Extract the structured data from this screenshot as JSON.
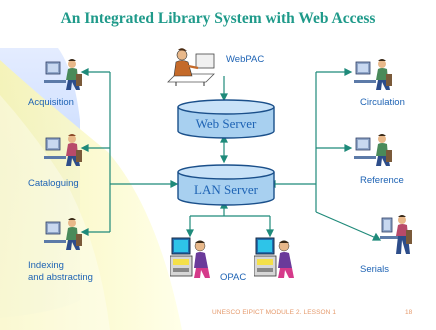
{
  "slide": {
    "title": "An Integrated Library System with Web Access",
    "footer": "UNESCO EIPICT MODULE 2. LESSON 1",
    "page_number": "18",
    "colors": {
      "title": "#1f9a8a",
      "label": "#1e63b4",
      "connector": "#1f8a7a",
      "server_fill": "#a8d0f0",
      "server_stroke": "#1a4f8a",
      "left_panel": "#cfe0ff",
      "left_panel_yellow": "#f4f2b0",
      "footer": "#e59a6c"
    }
  },
  "servers": {
    "web": "Web Server",
    "lan": "LAN Server"
  },
  "nodes": {
    "webpac": "WebPAC",
    "acquisition": "Acquisition",
    "cataloguing": "Cataloguing",
    "indexing_line1": "Indexing",
    "indexing_line2": "and abstracting",
    "circulation": "Circulation",
    "reference": "Reference",
    "serials": "Serials",
    "opac": "OPAC"
  },
  "icons": {
    "webpac": "person-at-desk-icon",
    "acquisition": "person-at-computer-icon",
    "cataloguing": "person-at-computer-icon",
    "indexing": "person-at-computer-icon",
    "circulation": "person-at-computer-icon",
    "reference": "person-at-computer-icon",
    "serials": "person-at-computer-icon",
    "opac": "public-terminal-icon"
  }
}
